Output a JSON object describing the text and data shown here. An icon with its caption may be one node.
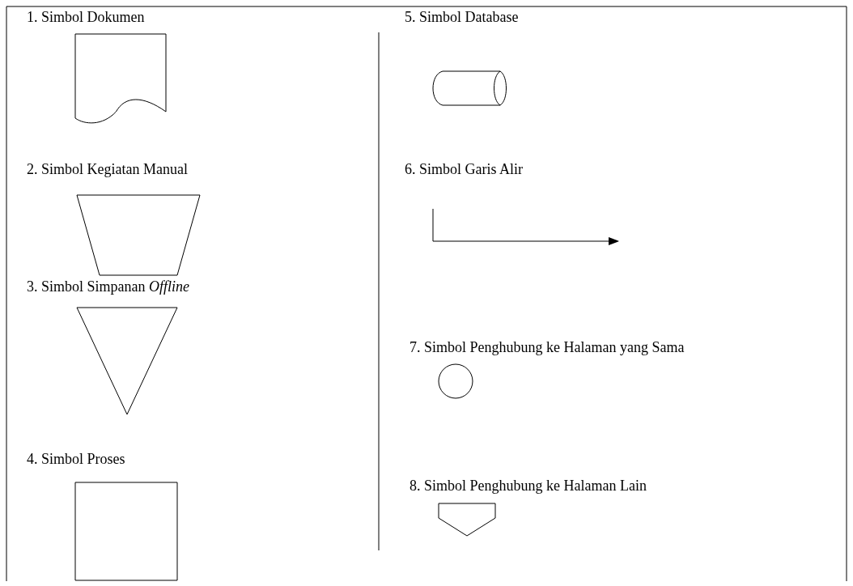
{
  "diagram": {
    "nodes": [
      {
        "text": [
          "1. Simbol Dokumen"
        ]
      },
      {
        "text": [
          "2. Simbol Kegiatan Manual"
        ]
      },
      {
        "text": [
          "3. Simbol Simpanan *Offline*"
        ]
      },
      {
        "text": [
          "4. Simbol Proses"
        ]
      },
      {
        "text": [
          "5. Simbol Database"
        ]
      },
      {
        "text": [
          "6. Simbol Garis Alir"
        ]
      },
      {
        "text": [
          "7. Simbol Penghubung ke Halaman yang Sama"
        ]
      },
      {
        "text": [
          "8. Simbol Penghubung ke Halaman Lain"
        ]
      }
    ]
  }
}
